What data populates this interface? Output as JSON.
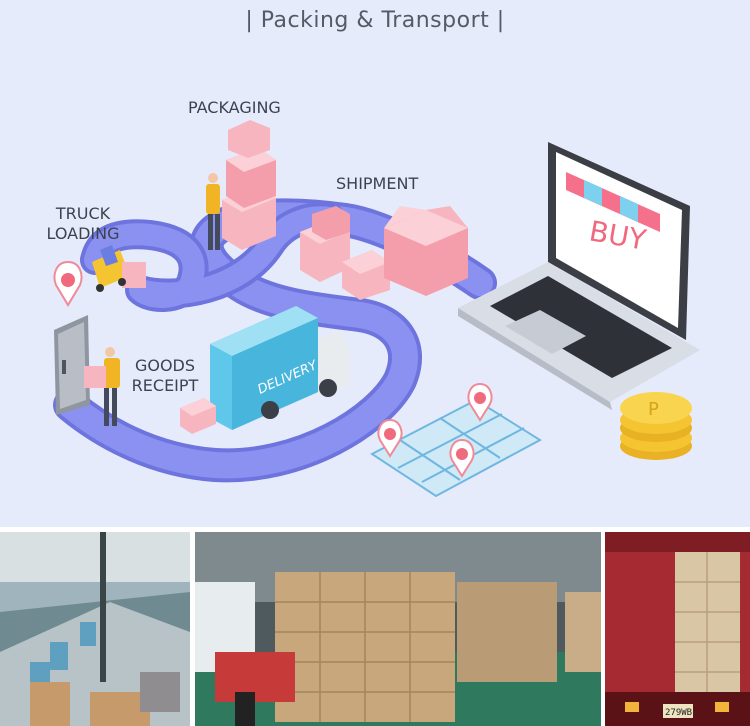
{
  "header": {
    "title": "| Packing & Transport |"
  },
  "stages": {
    "packaging": "PACKAGING",
    "shipment": "SHIPMENT",
    "truck_loading_line1": "TRUCK",
    "truck_loading_line2": "LOADING",
    "goods_receipt_line1": "GOODS",
    "goods_receipt_line2": "RECEIPT"
  },
  "illustration": {
    "shop_sign": "BUY",
    "truck_text": "DELIVERY",
    "coin_symbol": "P"
  },
  "photos": {
    "panel4_plate": "279WB"
  },
  "colors": {
    "background": "#e6ebfb",
    "road": "#7b83ea",
    "box_pink": "#f7b6bf",
    "truck_blue": "#5ec7ea",
    "coin_gold": "#f5c531"
  }
}
